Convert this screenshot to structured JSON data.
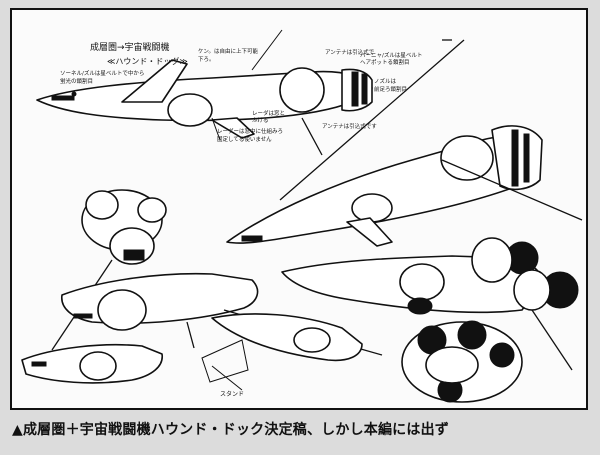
{
  "sheet": {
    "title": "成層圏→宇宙戦闘機",
    "subtitle": "≪ハウンド・ドッグ≫",
    "notes": [
      {
        "id": "n1",
        "lines": [
          "ソーネル/ズルは星ベルトで中から",
          "蛍光の鎖割目"
        ]
      },
      {
        "id": "n2",
        "lines": [
          "ケン。は自由に上下可能",
          "下ろ。"
        ]
      },
      {
        "id": "n3",
        "lines": [
          "アンテナは引込式で"
        ]
      },
      {
        "id": "n4",
        "lines": [
          "バーニャ/ズルは星ベルト",
          "ヘアポットる鎖割目"
        ]
      },
      {
        "id": "n5",
        "lines": [
          "ノズルは",
          "前足ろ鎖割目"
        ]
      },
      {
        "id": "n6",
        "lines": [
          "レーダは窓と",
          "ふける"
        ]
      },
      {
        "id": "n7",
        "lines": [
          "レーダーは窓中に仕組みろ",
          "固定してる使いません"
        ]
      },
      {
        "id": "n8",
        "lines": [
          "アンテナは引込式です"
        ]
      },
      {
        "id": "n9",
        "lines": [
          "スタンド"
        ]
      }
    ]
  },
  "caption": "▲成層圏＋宇宙戦闘機ハウンド・ドック決定稿、しかし本編には出ず"
}
